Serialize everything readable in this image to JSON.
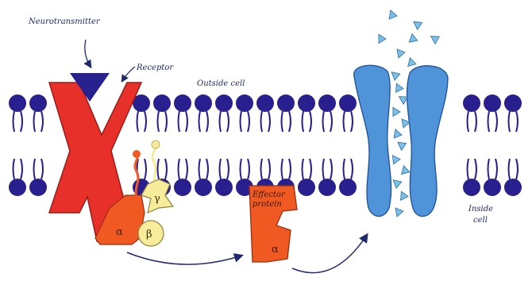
{
  "labels": {
    "neurotransmitter": "Neurotransmitter",
    "receptor": "Receptor",
    "outside_cell": "Outside cell",
    "inside_cell_line1": "Inside",
    "inside_cell_line2": "cell",
    "effector_line1": "Effector",
    "effector_line2": "protein",
    "alpha": "α",
    "beta": "β",
    "gamma": "γ",
    "effector_alpha": "α"
  },
  "colors": {
    "lipid_head": "#2a1f8f",
    "lipid_tail": "#2a1f8f",
    "receptor": "#e8302a",
    "neurotransmitter": "#28228e",
    "g_alpha": "#f05a22",
    "g_beta_gamma": "#f6ec9a",
    "effector": "#f05a22",
    "channel": "#4f93d8",
    "ions": "#7cc0e6",
    "arrow": "#1f2a6e",
    "text": "#1f2a6e"
  }
}
